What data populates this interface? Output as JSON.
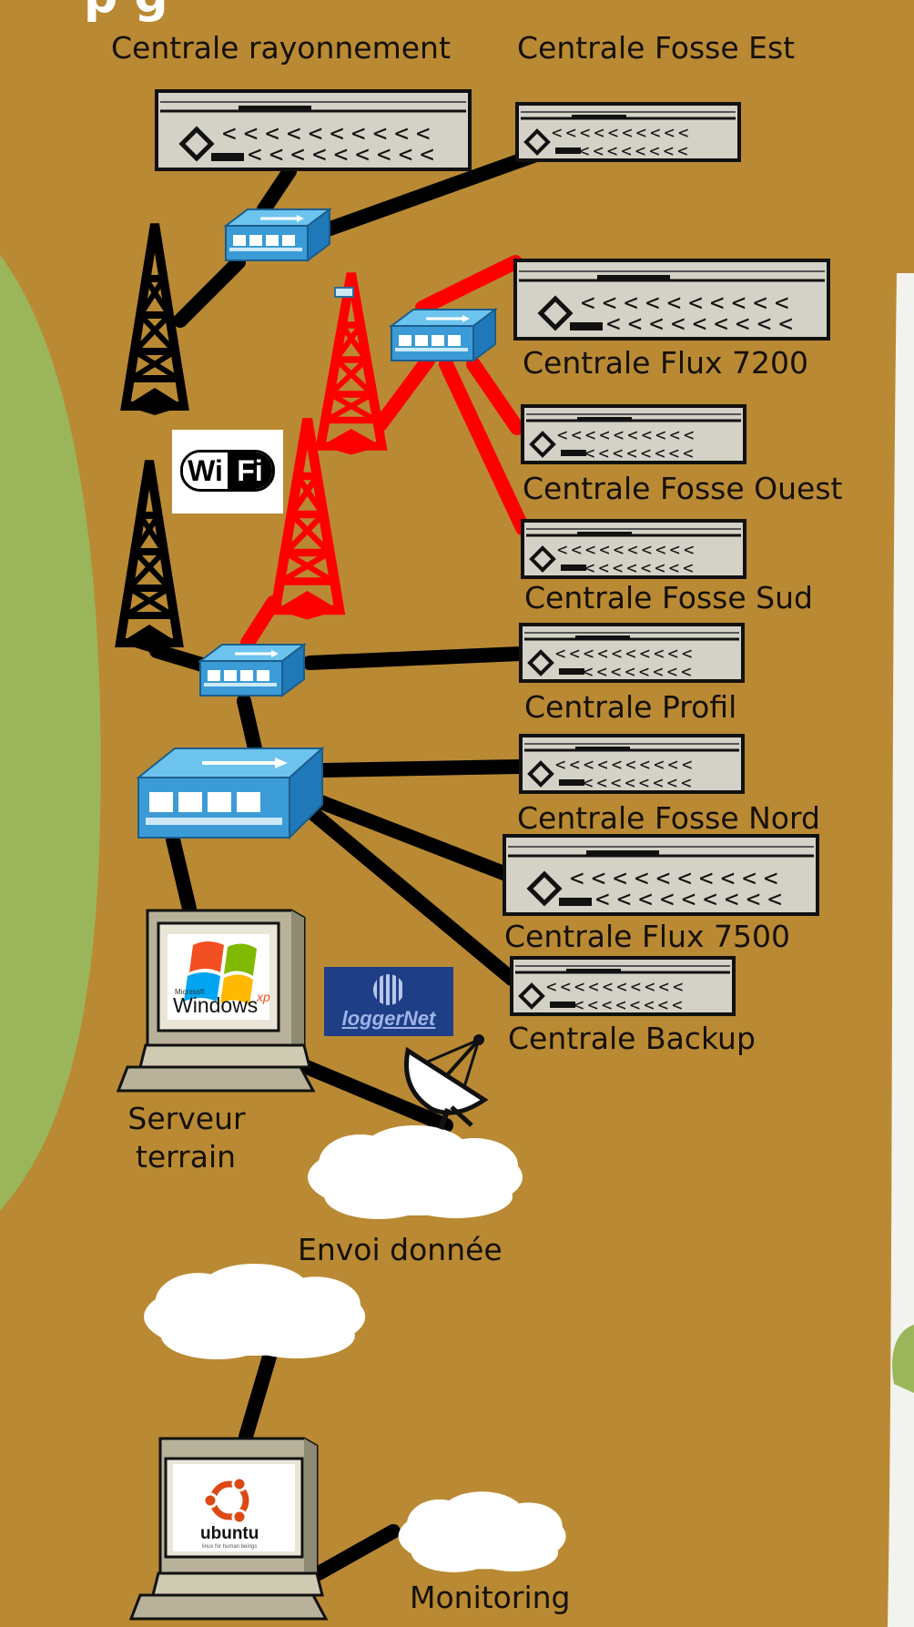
{
  "page": {
    "title_fragment": "p g"
  },
  "stations": [
    {
      "id": "rayonnement",
      "label": "Centrale rayonnement",
      "size": "large"
    },
    {
      "id": "fosse-est",
      "label": "Centrale Fosse Est",
      "size": "small"
    },
    {
      "id": "flux-7200",
      "label": "Centrale Flux 7200",
      "size": "large"
    },
    {
      "id": "fosse-ouest",
      "label": "Centrale Fosse Ouest",
      "size": "small"
    },
    {
      "id": "fosse-sud",
      "label": "Centrale Fosse Sud",
      "size": "small"
    },
    {
      "id": "profil",
      "label": "Centrale Profil",
      "size": "small"
    },
    {
      "id": "fosse-nord",
      "label": "Centrale Fosse Nord",
      "size": "small"
    },
    {
      "id": "flux-7500",
      "label": "Centrale Flux 7500",
      "size": "large"
    },
    {
      "id": "backup",
      "label": "Centrale Backup",
      "size": "small"
    }
  ],
  "computers": {
    "field_server": {
      "label_line1": "Serveur",
      "label_line2": "terrain",
      "os_logo": "Windows",
      "os_logo_super": "xp",
      "os_logo_small": "Microsoft"
    },
    "monitoring": {
      "os_logo": "ubuntu",
      "os_tagline": "linux for human beings"
    }
  },
  "clouds": {
    "send": {
      "label": "Envoi donnée"
    },
    "monitoring": {
      "label": "Monitoring"
    }
  },
  "badges": {
    "wifi": {
      "text_wi": "Wi",
      "text_fi": "Fi"
    },
    "loggernet": {
      "text": "loggerNet"
    }
  },
  "colors": {
    "background": "#b98a33",
    "wired_link": "#000000",
    "wireless_link": "#ff0000",
    "device_body": "#d4d1c6",
    "switch_blue": "#3b9bd6",
    "cloud": "#ffffff",
    "left_green": "#9bb65a"
  }
}
